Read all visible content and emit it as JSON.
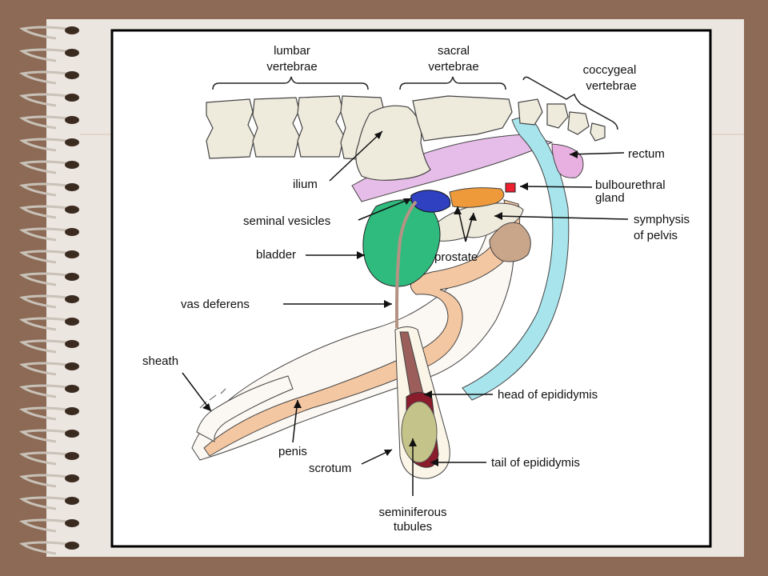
{
  "labels": {
    "lumbar_1": "lumbar",
    "lumbar_2": "vertebrae",
    "sacral_1": "sacral",
    "sacral_2": "vertebrae",
    "coccygeal_1": "coccygeal",
    "coccygeal_2": "vertebrae",
    "rectum": "rectum",
    "ilium": "ilium",
    "bulbourethral_1": "bulbourethral",
    "bulbourethral_2": "gland",
    "seminal_vesicles": "seminal vesicles",
    "symphysis_1": "symphysis",
    "symphysis_2": "of pelvis",
    "bladder": "bladder",
    "prostate": "prostate",
    "vas_deferens": "vas deferens",
    "sheath": "sheath",
    "head_epididymis": "head of epididymis",
    "penis": "penis",
    "scrotum": "scrotum",
    "tail_epididymis": "tail of epididymis",
    "seminiferous_1": "seminiferous",
    "seminiferous_2": "tubules"
  },
  "colors": {
    "background": "#8c6a55",
    "paper": "#ece6e0",
    "bone": "#eeeadc",
    "pelvic_band": "#e6bde8",
    "rectum": "#e8b0e0",
    "urethra_blue": "#a8e4ec",
    "bladder": "#2fbb7e",
    "seminal_vesicles": "#2f40c0",
    "prostate": "#ef9a3a",
    "bulbourethral": "#ee2030",
    "penis": "#f3c7a2",
    "testis": "#c4c48a",
    "epididymis": "#8a1c2c"
  }
}
